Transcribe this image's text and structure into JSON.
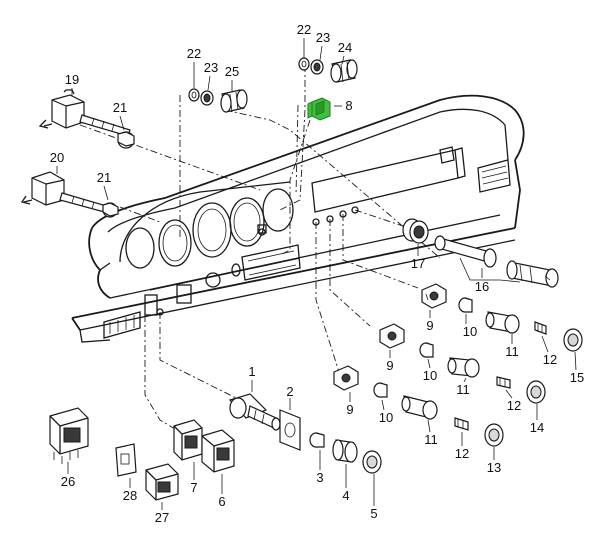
{
  "diagram": {
    "title": "Dashboard switches exploded parts diagram",
    "highlight_color": "#3ec23e",
    "part_numbers": [
      "19",
      "21",
      "22",
      "23",
      "25",
      "22",
      "23",
      "24",
      "8",
      "20",
      "21",
      "17",
      "16",
      "9",
      "10",
      "11",
      "12",
      "15",
      "9",
      "10",
      "11",
      "12",
      "14",
      "9",
      "10",
      "11",
      "12",
      "13",
      "1",
      "2",
      "3",
      "4",
      "5",
      "26",
      "7",
      "6",
      "28",
      "27"
    ]
  }
}
